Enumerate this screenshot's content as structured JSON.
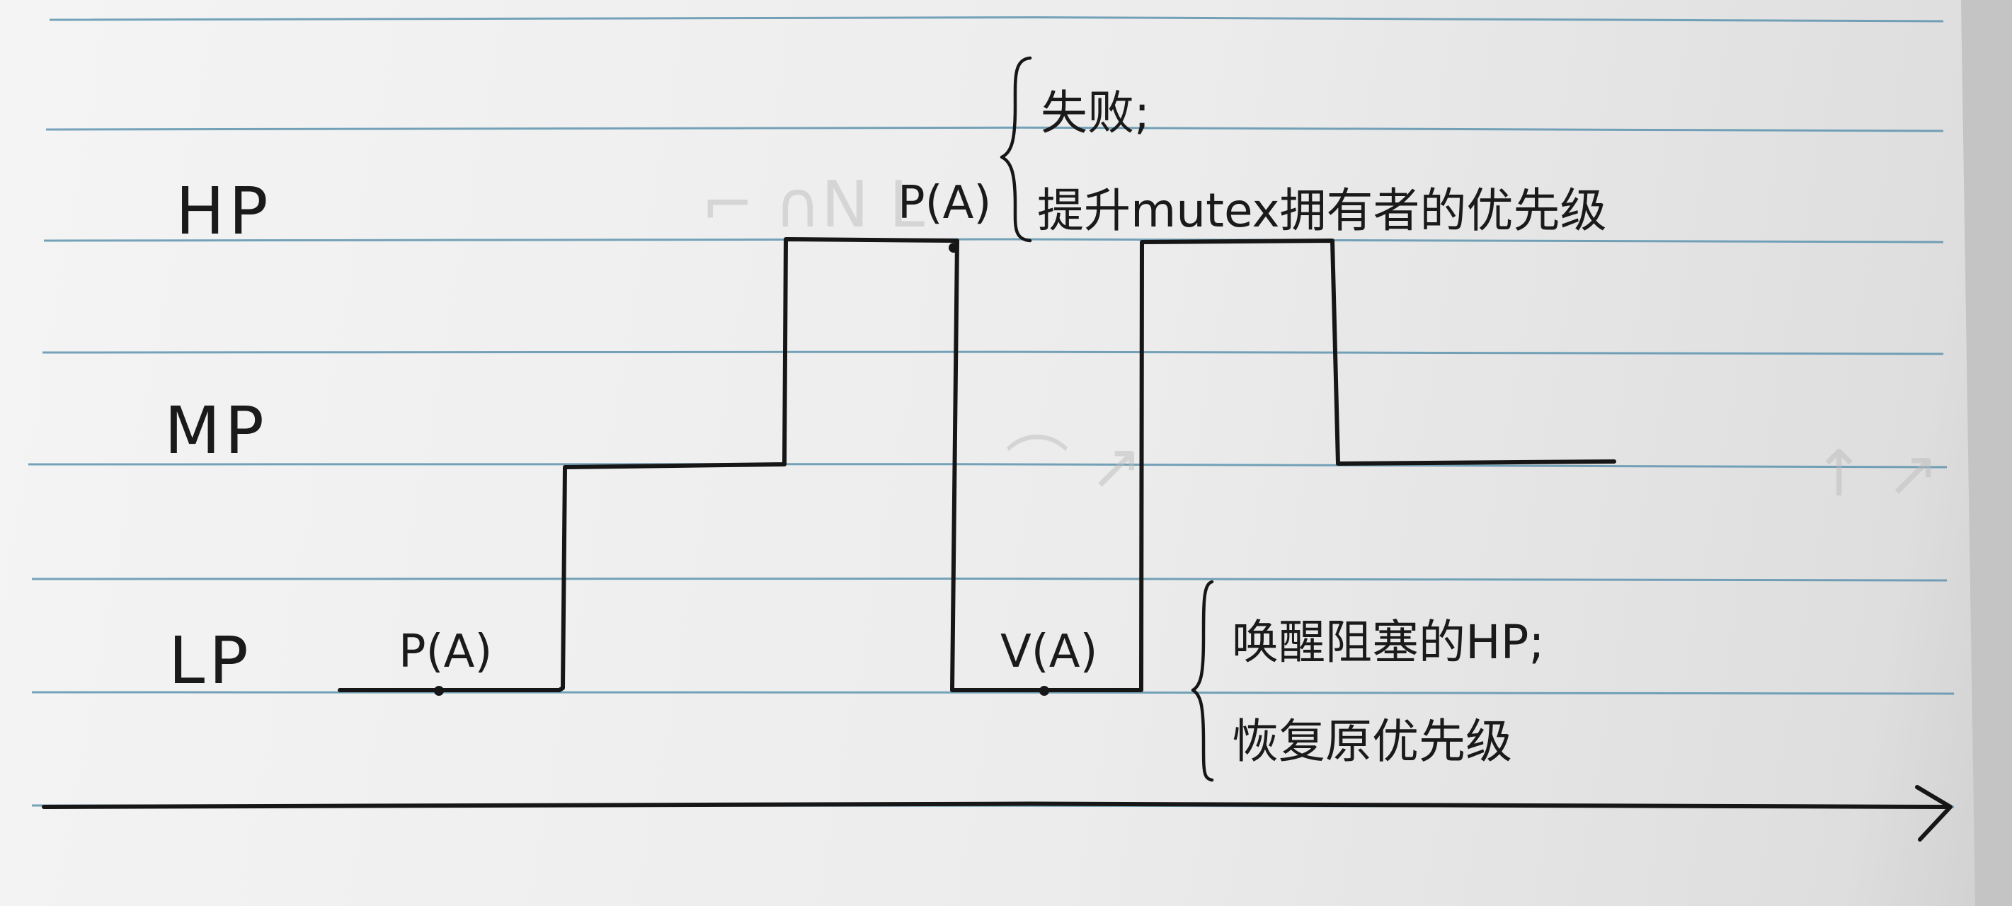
{
  "levels": {
    "high": "HP",
    "medium": "MP",
    "low": "LP"
  },
  "events": {
    "lp_acquire": "P(A)",
    "hp_acquire": "P(A)",
    "lp_release": "V(A)"
  },
  "notes": {
    "top_line1": "失败;",
    "top_line2": "提升mutex拥有者的优先级",
    "bottom_line1": "唤醒阻塞的HP;",
    "bottom_line2": "恢复原优先级"
  },
  "colors": {
    "ink": "#161616",
    "ruled_line": "#5d93ad",
    "paper": "#efefef"
  }
}
